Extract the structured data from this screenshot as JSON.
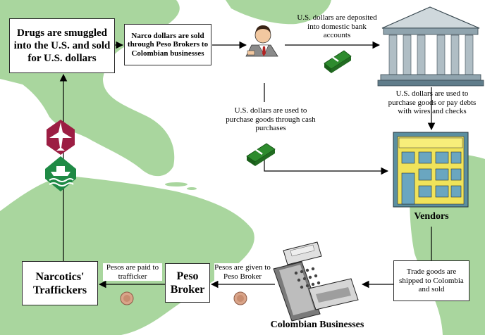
{
  "boxes": {
    "drugs": "Drugs are smuggled into the U.S. and sold for U.S. dollars",
    "narco": "Narco dollars are sold through Peso Brokers to Colombian businesses",
    "traffickers": "Narcotics' Traffickers",
    "peso_broker": "Peso Broker",
    "trade_goods": "Trade goods are shipped to Colombia and sold"
  },
  "labels": {
    "deposited": "U.S. dollars are deposited into domestic bank accounts",
    "cash_purchases": "U.S. dollars are used to purchase goods through cash purchases",
    "wires_checks": "U.S. dollars are used to purchase goods or pay debts with wires and checks",
    "vendors": "Vendors",
    "pesos_paid": "Pesos are paid to trafficker",
    "pesos_given": "Pesos are given to Peso Broker",
    "colombian_businesses": "Colombian Businesses"
  },
  "icons": [
    "money-stack-icon",
    "broker-man-icon",
    "bank-building-icon",
    "vendor-building-icon",
    "peso-coin-icon",
    "cash-register-icon",
    "airplane-icon",
    "ship-icon",
    "map-background"
  ],
  "colors": {
    "land": "#a9d69e",
    "emblem": "#9c1e43",
    "ship_emblem": "#1f8a45",
    "money": "#2e8b2e",
    "building": "#f0e35a"
  }
}
